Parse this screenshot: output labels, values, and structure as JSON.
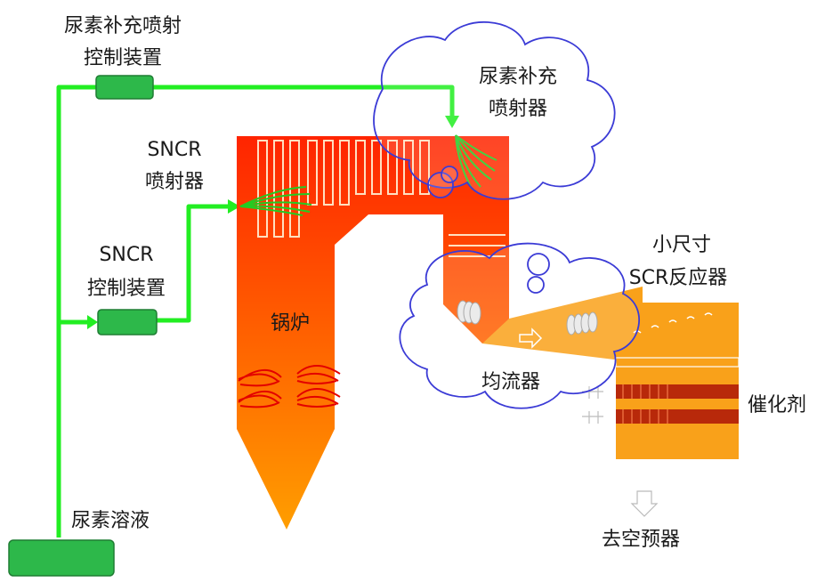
{
  "labels": {
    "supp_ctrl_line1": "尿素补充喷射",
    "supp_ctrl_line2": "控制装置",
    "supp_injector_line1": "尿素补充",
    "supp_injector_line2": "喷射器",
    "sncr_injector_line1": "SNCR",
    "sncr_injector_line2": "喷射器",
    "sncr_ctrl_line1": "SNCR",
    "sncr_ctrl_line2": "控制装置",
    "boiler": "锅炉",
    "flow_equalizer": "均流器",
    "small_scr_line1": "小尺寸",
    "small_scr_line2": "SCR反应器",
    "catalyst": "催化剂",
    "urea_solution": "尿素溶液",
    "air_preheater": "去空预器"
  },
  "colors": {
    "pipe_green": "#22ee22",
    "box_green": "#2db84a",
    "boiler_top": "#ff2a00",
    "boiler_bottom": "#ff9a00",
    "duct_orange": "#f9a11a",
    "catalyst_dark": "#b8290a"
  }
}
